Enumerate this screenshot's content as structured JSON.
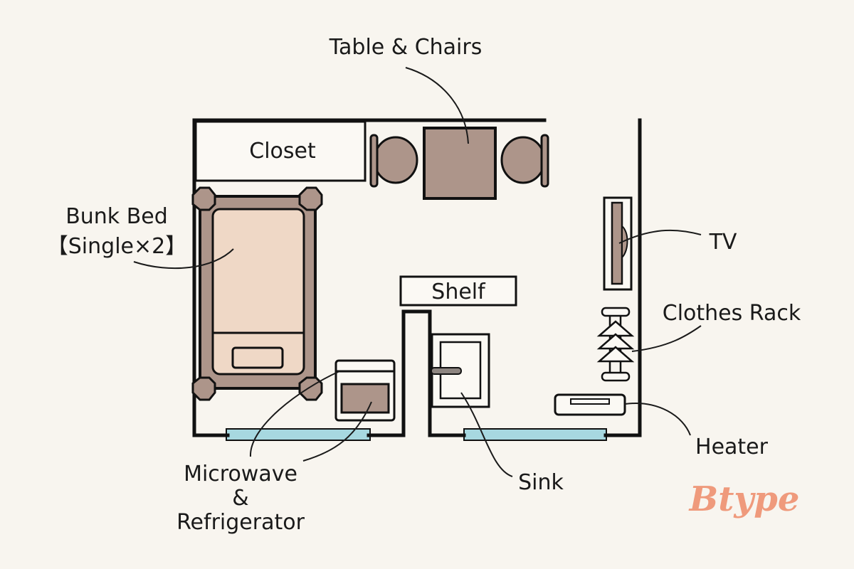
{
  "title": "",
  "type_label": "Btype",
  "labels": {
    "table_chairs": "Table & Chairs",
    "closet": "Closet",
    "bunk_bed_line1": "Bunk Bed",
    "bunk_bed_line2": "【Single×2】",
    "tv": "TV",
    "shelf": "Shelf",
    "clothes_rack": "Clothes Rack",
    "heater": "Heater",
    "microwave_line1": "Microwave",
    "microwave_line2": "&",
    "microwave_line3": "Refrigerator",
    "sink": "Sink"
  },
  "colors": {
    "background": "#f8f5ef",
    "furniture_brown": "#ad958a",
    "mattress": "#efd8c6",
    "window_blue": "#a7d8e0",
    "brand": "#ef9a7c"
  }
}
